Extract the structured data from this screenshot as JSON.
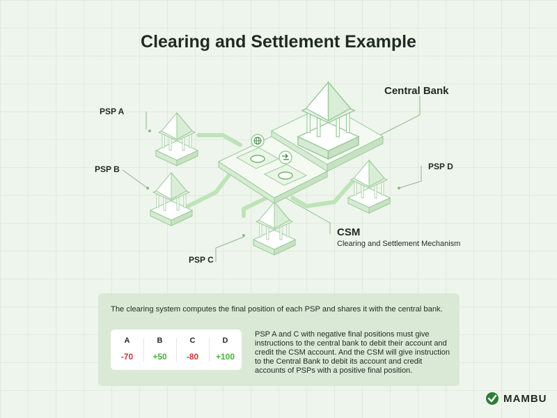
{
  "title": "Clearing and Settlement Example",
  "labels": {
    "central_bank": "Central Bank",
    "psp_a": "PSP A",
    "psp_b": "PSP B",
    "psp_c": "PSP C",
    "psp_d": "PSP D",
    "csm": "CSM",
    "csm_full": "Clearing and Settlement Mechanism"
  },
  "panel": {
    "intro": "The clearing system computes the final position of each PSP and shares it with the central bank.",
    "positions": [
      {
        "psp": "A",
        "value": "-70"
      },
      {
        "psp": "B",
        "value": "+50"
      },
      {
        "psp": "C",
        "value": "-80"
      },
      {
        "psp": "D",
        "value": "+100"
      }
    ],
    "explanation": "PSP A and C with negative final positions must give instructions to the central bank to debit their account and credit the CSM account. And the CSM will give instruction to the Central Bank to debit its account and credit accounts of PSPs with a positive final position."
  },
  "brand": {
    "name": "MAMBU",
    "color": "#2f7d3a"
  },
  "colors": {
    "accent": "#8fd28a",
    "negative": "#d63333",
    "positive": "#4caf3e"
  },
  "icons": [
    "bank-building-icon",
    "globe-icon",
    "transfer-icon",
    "mambu-logo-icon"
  ]
}
